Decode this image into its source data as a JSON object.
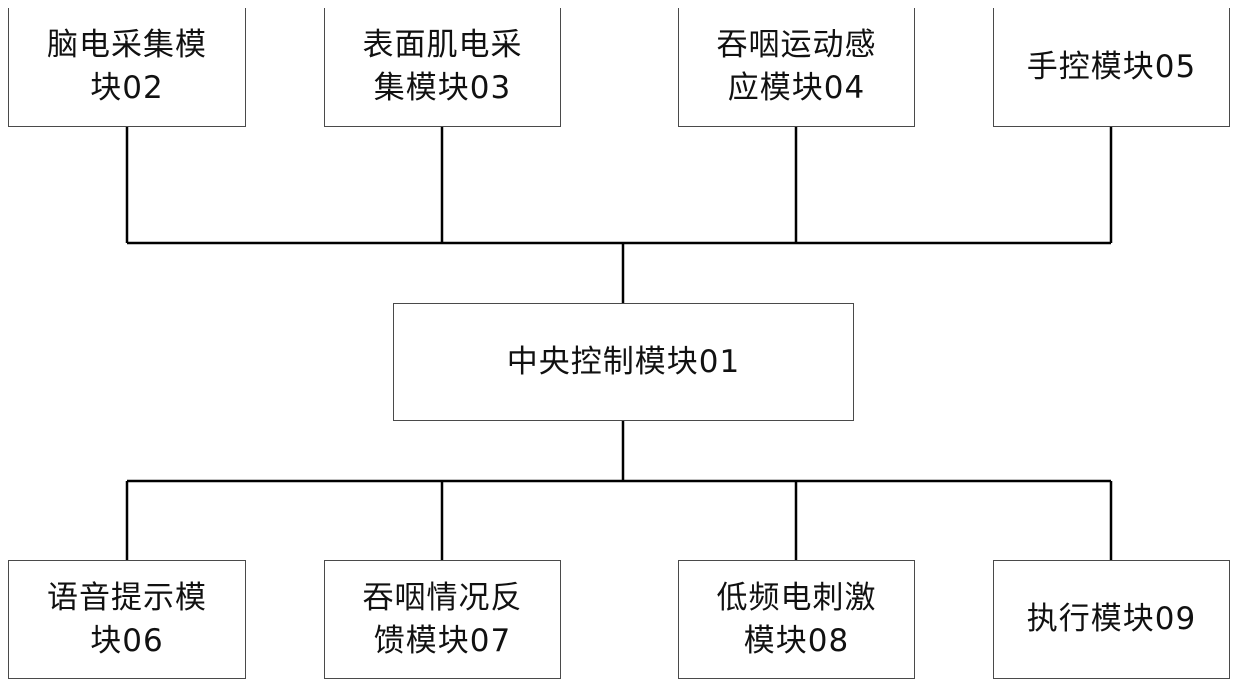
{
  "colors": {
    "line": "#000000",
    "box_border": "#4a4a4a",
    "text": "#111111",
    "background": "#ffffff"
  },
  "central": {
    "label": "中央控制模块01"
  },
  "inputs": [
    {
      "label": "脑电采集模\n块02"
    },
    {
      "label": "表面肌电采\n集模块03"
    },
    {
      "label": "吞咽运动感\n应模块04"
    },
    {
      "label": "手控模块05"
    }
  ],
  "outputs": [
    {
      "label": "语音提示模\n块06"
    },
    {
      "label": "吞咽情况反\n馈模块07"
    },
    {
      "label": "低频电刺激\n模块08"
    },
    {
      "label": "执行模块09"
    }
  ]
}
